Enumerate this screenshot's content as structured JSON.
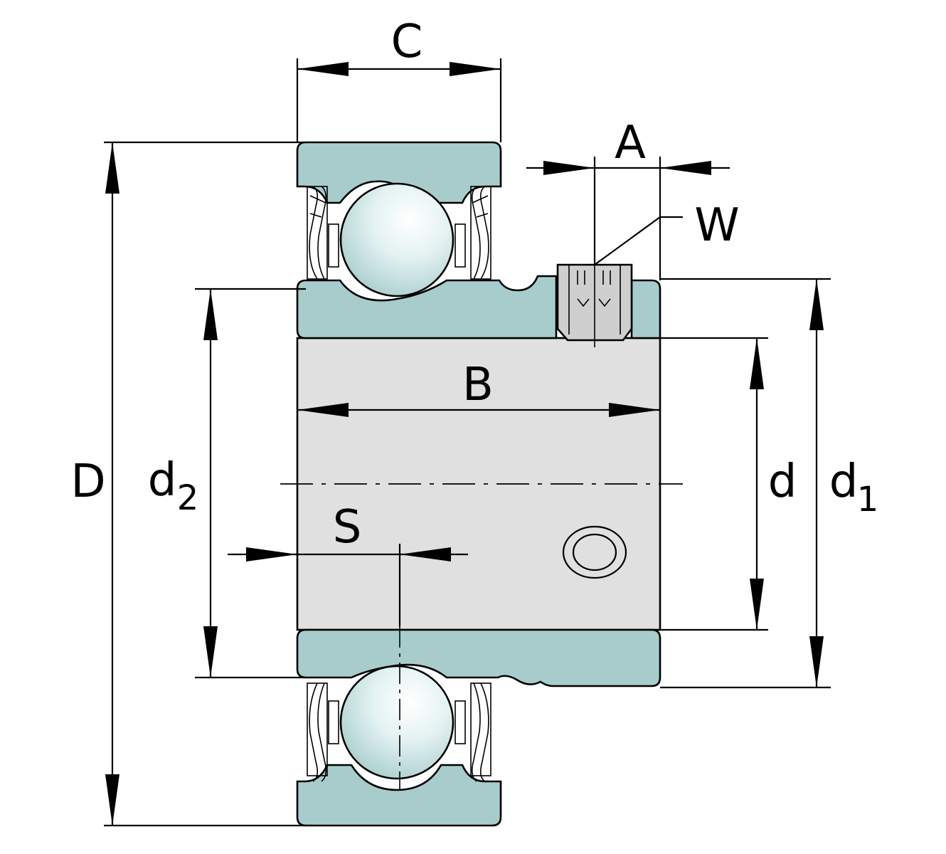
{
  "colors": {
    "ring_fill": "#a8cccc",
    "bore_fill": "#e0e0e0",
    "ball_fill": "#d8eeee",
    "seal_fill": "#d9c9cf",
    "screw_fill": "#cfcfcf",
    "line": "#000000",
    "background": "#ffffff"
  },
  "labels": {
    "C": "C",
    "A": "A",
    "W": "W",
    "B": "B",
    "D": "D",
    "d2_main": "d",
    "d2_sub": "2",
    "d": "d",
    "d1_main": "d",
    "d1_sub": "1",
    "S": "S"
  },
  "icons": {
    "ball": "ball-icon",
    "set_screw": "set-screw-icon",
    "lubrication_hole": "lubrication-hole-icon"
  }
}
